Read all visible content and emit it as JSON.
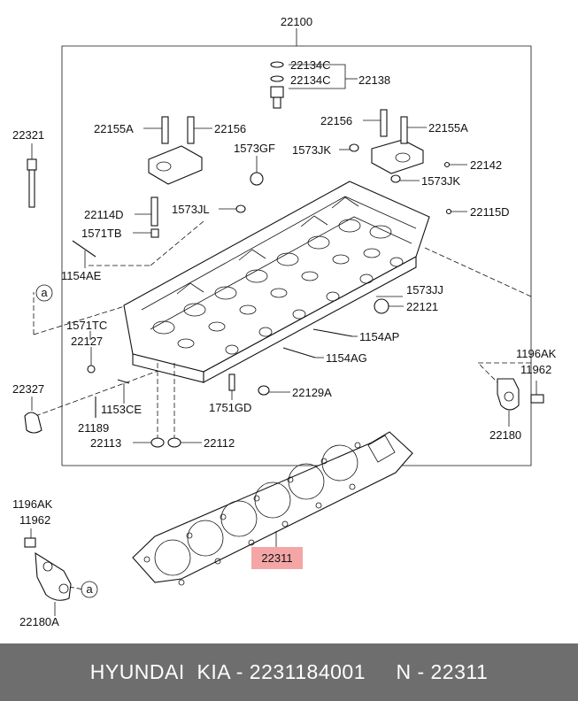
{
  "diagram": {
    "parts": {
      "p22100": "22100",
      "p22134c_1": "22134C",
      "p22134c_2": "22134C",
      "p22138": "22138",
      "p22321": "22321",
      "p22155a_l": "22155A",
      "p22156_l": "22156",
      "p22156_r": "22156",
      "p22155a_r": "22155A",
      "p1573gf": "1573GF",
      "p1573jk_1": "1573JK",
      "p22142": "22142",
      "p1573jk_2": "1573JK",
      "p22114d": "22114D",
      "p1573jl": "1573JL",
      "p22115d": "22115D",
      "p1571tb": "1571TB",
      "p1154ae": "1154AE",
      "p1573jj": "1573JJ",
      "p22121": "22121",
      "p1571tc": "1571TC",
      "p22127": "22127",
      "p1154ap": "1154AP",
      "p1154ag": "1154AG",
      "p1196ak_r": "1196AK",
      "p11962_r": "11962",
      "p22327": "22327",
      "p22129a": "22129A",
      "p1153ce": "1153CE",
      "p1751gd": "1751GD",
      "p21189": "21189",
      "p22113": "22113",
      "p22112": "22112",
      "p22180": "22180",
      "p22311": "22311",
      "p1196ak_l": "1196AK",
      "p11962_l": "11962",
      "p22180a": "22180A",
      "ref_a_1": "a",
      "ref_a_2": "a"
    },
    "highlight_color": "#f4a6a6"
  },
  "footer": {
    "text": "HYUNDAI  KIA - 2231184001     N - 22311",
    "background": "#6e6e6e"
  }
}
